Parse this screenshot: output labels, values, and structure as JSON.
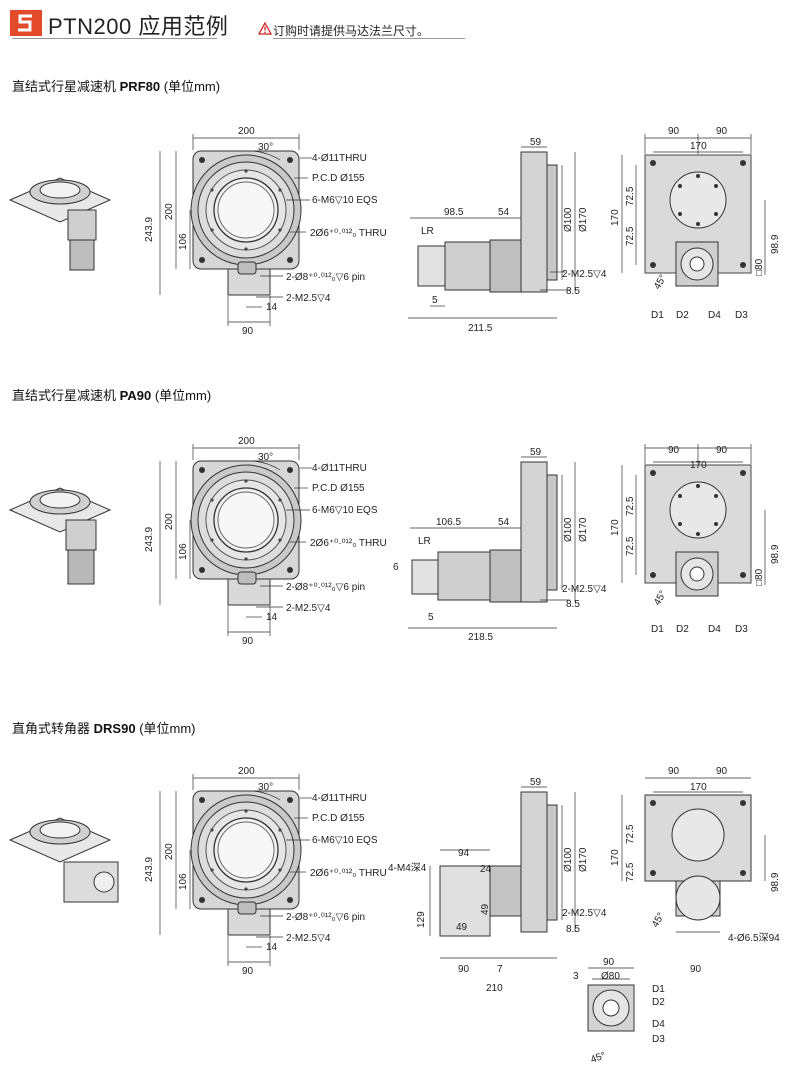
{
  "header": {
    "title": "PTN200 应用范例",
    "notice": "订购时请提供马达法兰尺寸。"
  },
  "sections": [
    {
      "title_prefix": "直结式行星减速机",
      "title_model": "PRF80",
      "title_unit": "(单位mm)",
      "front": {
        "width": "200",
        "angle": "30°",
        "height_total": "243.9",
        "height": "200",
        "offset": "106",
        "bottom_w": "90",
        "pin_offset": "14",
        "callouts": [
          "4-Ø11THRU",
          "P.C.D Ø155",
          "6-M6▽10 EQS",
          "2Ø6⁺⁰·⁰¹²₀ THRU",
          "2-Ø8⁺⁰·⁰¹²₀▽6 pin",
          "2-M2.5▽4"
        ]
      },
      "side": {
        "top_w": "59",
        "motor_len": "98.5",
        "flange": "54",
        "d100": "Ø100",
        "d170": "Ø170",
        "lr": "LR",
        "five": "5",
        "tap": "2-M2.5▽4",
        "t85": "8.5",
        "total": "211.5",
        "six": ""
      },
      "rear": {
        "w90a": "90",
        "w90b": "90",
        "w170": "170",
        "h170": "170",
        "h725a": "72.5",
        "h725b": "72.5",
        "h989": "98.9",
        "sq80": "□80",
        "ang45": "45°",
        "labels": [
          "D1",
          "D2",
          "D4",
          "D3"
        ]
      }
    },
    {
      "title_prefix": "直结式行星减速机",
      "title_model": "PA90",
      "title_unit": "(单位mm)",
      "front": {
        "width": "200",
        "angle": "30°",
        "height_total": "243.9",
        "height": "200",
        "offset": "106",
        "bottom_w": "90",
        "pin_offset": "14",
        "callouts": [
          "4-Ø11THRU",
          "P.C.D Ø155",
          "6-M6▽10 EQS",
          "2Ø6⁺⁰·⁰¹²₀ THRU",
          "2-Ø8⁺⁰·⁰¹²₀▽6 pin",
          "2-M2.5▽4"
        ]
      },
      "side": {
        "top_w": "59",
        "motor_len": "106.5",
        "flange": "54",
        "d100": "Ø100",
        "d170": "Ø170",
        "lr": "LR",
        "five": "5",
        "tap": "2-M2.5▽4",
        "t85": "8.5",
        "total": "218.5",
        "six": "6"
      },
      "rear": {
        "w90a": "90",
        "w90b": "90",
        "w170": "170",
        "h170": "170",
        "h725a": "72.5",
        "h725b": "72.5",
        "h989": "98.9",
        "sq80": "□80",
        "ang45": "45°",
        "labels": [
          "D1",
          "D2",
          "D4",
          "D3"
        ]
      }
    },
    {
      "title_prefix": "直角式转角器",
      "title_model": "DRS90",
      "title_unit": "(单位mm)",
      "front": {
        "width": "200",
        "angle": "30°",
        "height_total": "243.9",
        "height": "200",
        "offset": "106",
        "bottom_w": "90",
        "pin_offset": "14",
        "callouts": [
          "4-Ø11THRU",
          "P.C.D Ø155",
          "6-M6▽10 EQS",
          "2Ø6⁺⁰·⁰¹²₀ THRU",
          "2-Ø8⁺⁰·⁰¹²₀▽6 pin",
          "2-M2.5▽4"
        ]
      },
      "side": {
        "top_w": "59",
        "tap_m4": "4-M4深4",
        "w94": "94",
        "w24": "24",
        "h49a": "49",
        "h49b": "49",
        "h129": "129",
        "w90": "90",
        "w7": "7",
        "total": "210",
        "d100": "Ø100",
        "d170": "Ø170",
        "tap": "2-M2.5▽4",
        "t85": "8.5"
      },
      "rear": {
        "w90a": "90",
        "w90b": "90",
        "w170": "170",
        "h170": "170",
        "h725a": "72.5",
        "h725b": "72.5",
        "h989": "98.9",
        "ang45": "45°",
        "holes": "4-Ø6.5深94",
        "bottom_w": "90"
      },
      "detail": {
        "w90": "90",
        "d80": "Ø80",
        "three": "3",
        "ang45": "45°",
        "labels": [
          "D1",
          "D2",
          "D4",
          "D3"
        ]
      }
    }
  ]
}
